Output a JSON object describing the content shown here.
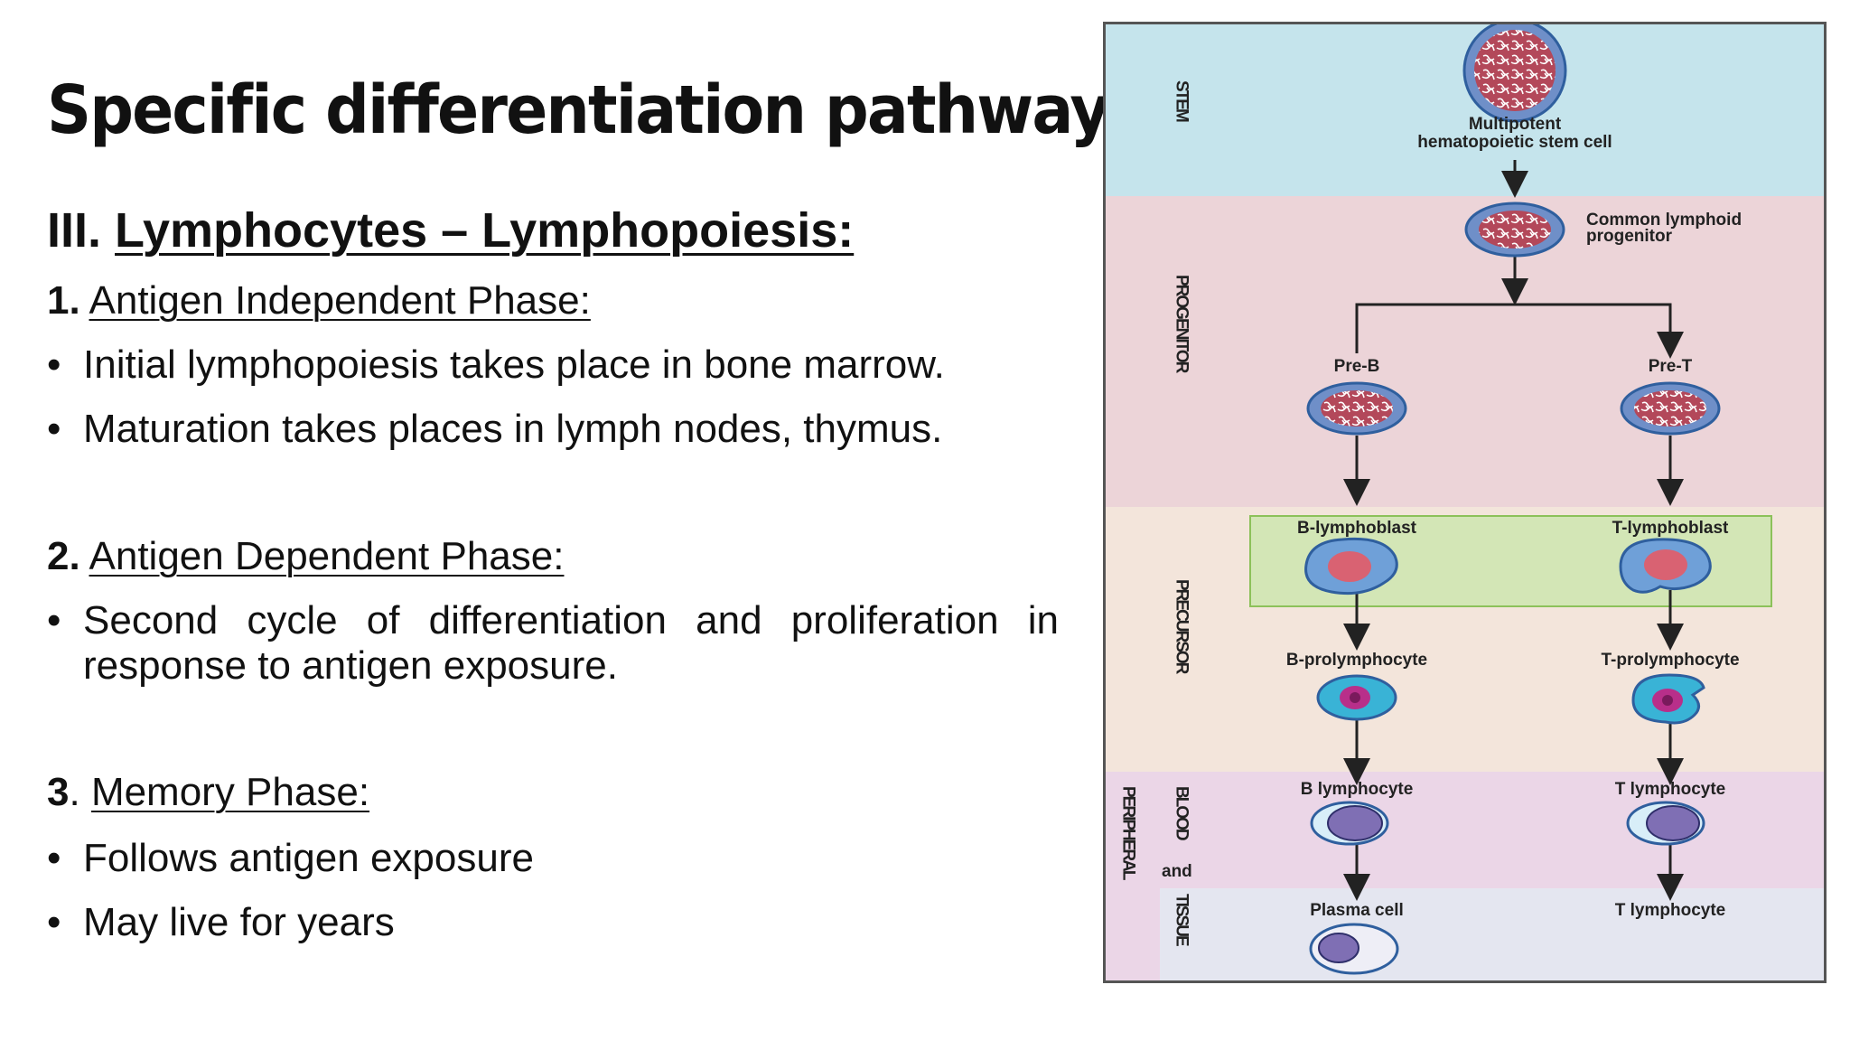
{
  "slide": {
    "title": "Specific differentiation pathways:",
    "section": {
      "number": "III.",
      "label": "Lymphocytes – Lymphopoiesis:"
    },
    "phases": [
      {
        "number": "1.",
        "title": "Antigen Independent Phase:",
        "bullets": [
          "Initial lymphopoiesis takes place in bone marrow.",
          "Maturation takes places in lymph nodes, thymus."
        ]
      },
      {
        "number": "2.",
        "title": "Antigen Dependent Phase:",
        "bullets": [
          "Second cycle of differentiation and proliferation in response to antigen exposure."
        ]
      },
      {
        "number": "3",
        "title": "Memory Phase:",
        "bullets": [
          "Follows antigen exposure",
          "May live for years"
        ]
      }
    ],
    "bullet_symbol": "•"
  },
  "diagram": {
    "stages": [
      {
        "label": "STEM",
        "color": "#c5e4ec"
      },
      {
        "label": "PROGENITOR",
        "color": "#ecd4d8"
      },
      {
        "label": "PRECURSOR",
        "color": "#f3e5db"
      },
      {
        "label": "PERIPHERAL",
        "color": "#ebd6e7"
      },
      {
        "label": "BLOOD",
        "sub_color": "#ebd6e7"
      },
      {
        "label": "and"
      },
      {
        "label": "TISSUE",
        "sub_color": "#e4e6f0"
      }
    ],
    "cells": {
      "stem": {
        "line1": "Multipotent",
        "line2": "hematopoietic stem cell"
      },
      "clp": {
        "line1": "Common lymphoid",
        "line2": "progenitor"
      },
      "pre_b": "Pre-B",
      "pre_t": "Pre-T",
      "b_lymphoblast": "B-lymphoblast",
      "t_lymphoblast": "T-lymphoblast",
      "b_prolymphocyte": "B-prolymphocyte",
      "t_prolymphocyte": "T-prolymphocyte",
      "b_lymphocyte": "B lymphocyte",
      "t_lymphocyte": "T lymphocyte",
      "plasma_cell": "Plasma cell",
      "t_lymphocyte_tissue": "T lymphocyte"
    },
    "colors": {
      "stem_nucleus": "#b3485a",
      "outer_ring": "#2f5f9e",
      "blast_nucleus": "#d96272",
      "cyan": "#39b3d6",
      "magenta": "#b82f8a",
      "lymph_nucleus": "#7f6fb4",
      "highlight": "#d3e6b6"
    }
  }
}
